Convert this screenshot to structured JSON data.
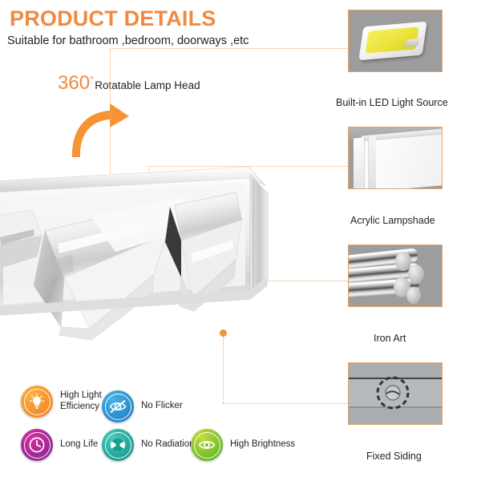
{
  "header": {
    "title": "PRODUCT DETAILS",
    "subtitle": "Suitable for bathroom ,bedroom, doorways ,etc"
  },
  "rotatable": {
    "value": "360",
    "degree": "°",
    "text": "Rotatable Lamp Head",
    "arrow_icon": "curved-arrow-icon",
    "color": "#F08A42"
  },
  "product": {
    "name": "chrome-vanity-light-fixture",
    "alt": "Chrome bathroom vanity light bar with angled rotatable lamp heads"
  },
  "callouts": [
    {
      "id": "led",
      "label": "Built-in LED Light Source",
      "image_name": "led-chip-image",
      "border_color": "#E8A46A",
      "bg_color": "#9d9d9d"
    },
    {
      "id": "acrylic",
      "label": "Acrylic Lampshade",
      "image_name": "acrylic-lampshade-image",
      "border_color": "#E8A46A",
      "bg_color": "#9d9d9d"
    },
    {
      "id": "iron",
      "label": "Iron Art",
      "image_name": "iron-rods-image",
      "border_color": "#E8A46A",
      "bg_color": "#9d9d9d"
    },
    {
      "id": "siding",
      "label": "Fixed Siding",
      "image_name": "fixed-siding-image",
      "border_color": "#E8A46A",
      "bg_color": "#9d9d9d"
    }
  ],
  "features": [
    {
      "id": "high-light-efficiency",
      "label": "High Light\nEfficiency",
      "icon": "lightbulb-icon",
      "color_from": "#FBB040",
      "color_to": "#F07E20"
    },
    {
      "id": "no-flicker",
      "label": "No Flicker",
      "icon": "eye-no-flicker-icon",
      "color_from": "#3FA9E0",
      "color_to": "#1C75BC"
    },
    {
      "id": "long-life",
      "label": "Long Life",
      "icon": "clock-icon",
      "color_from": "#D32AA0",
      "color_to": "#7B2A8E"
    },
    {
      "id": "no-radiation",
      "label": "No Radiation",
      "icon": "radiation-icon",
      "color_from": "#3FC4B4",
      "color_to": "#0E8C7F"
    },
    {
      "id": "high-brightness",
      "label": "High Brightness",
      "icon": "eye-brightness-icon",
      "color_from": "#B5D334",
      "color_to": "#4CAF22"
    }
  ],
  "theme": {
    "accent": "#F08A42",
    "leader_line": "#F5AE6E",
    "dot": "#F79334",
    "text": "#231f20"
  }
}
